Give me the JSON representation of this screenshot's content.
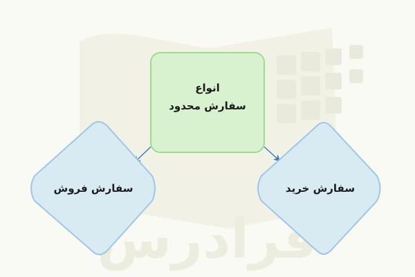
{
  "diagram": {
    "watermark": "فرادرس",
    "top_node": {
      "line1": "انواع",
      "line2": "سفارش محدود"
    },
    "left_node": {
      "label": "سفارش فروش"
    },
    "right_node": {
      "label": "سفارش خرید"
    },
    "colors": {
      "background": "#fafaf4",
      "top_fill": "#d8f2d0",
      "top_stroke": "#9fdc8f",
      "diamond_fill": "#d9ebf2",
      "diamond_stroke": "#9ec6e6",
      "arrow": "#3c78c8",
      "watermark": "#ececdf"
    }
  }
}
